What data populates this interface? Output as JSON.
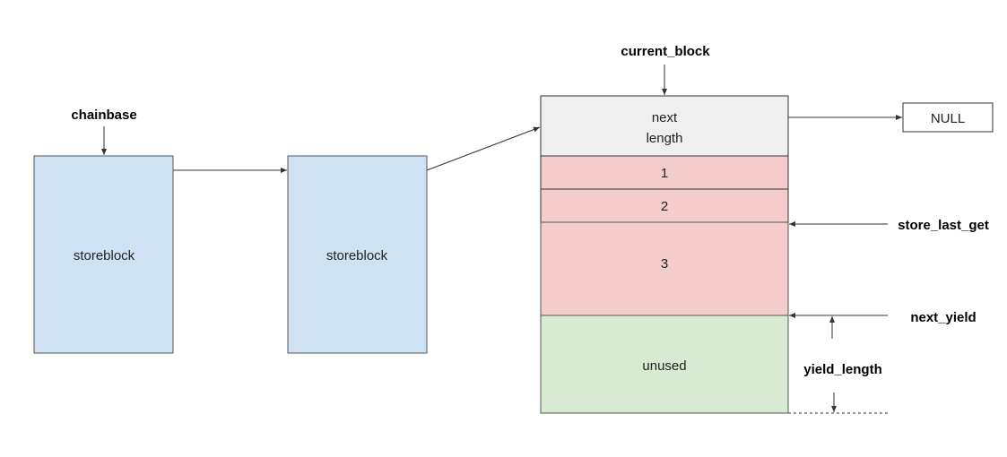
{
  "labels": {
    "chainbase": "chainbase",
    "current_block": "current_block",
    "store_last_get": "store_last_get",
    "next_yield": "next_yield",
    "yield_length": "yield_length"
  },
  "blocks": [
    {
      "label": "storeblock",
      "color": "#cfe2f3"
    },
    {
      "label": "storeblock",
      "color": "#cfe2f3"
    }
  ],
  "current": {
    "header": {
      "line1": "next",
      "line2": "length",
      "color": "#efefef"
    },
    "items": [
      {
        "label": "1",
        "color": "#f4cccc"
      },
      {
        "label": "2",
        "color": "#f4cccc"
      },
      {
        "label": "3",
        "color": "#f4cccc"
      }
    ],
    "unused": {
      "label": "unused",
      "color": "#d9ead3"
    }
  },
  "null_box": "NULL"
}
